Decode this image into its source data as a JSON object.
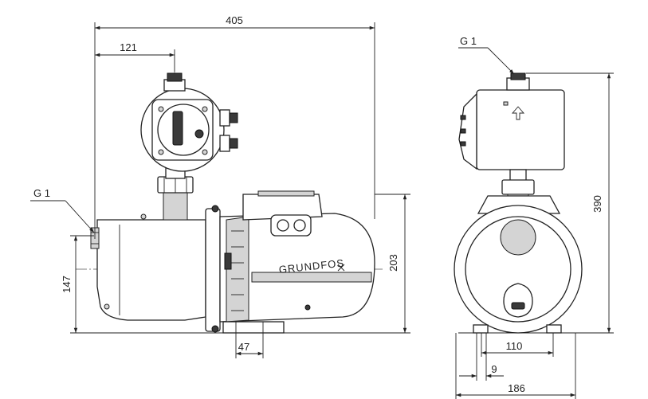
{
  "dimensions": {
    "overall_length": "405",
    "controller_offset": "121",
    "inlet_height": "147",
    "shaft_height": "203",
    "foot_width": "47",
    "total_height": "390",
    "foot_spacing": "110",
    "foot_slot": "9",
    "base_width": "186"
  },
  "connections": {
    "inlet_label": "G 1",
    "outlet_label": "G 1"
  },
  "brand": {
    "logo_text": "GRUNDFOS"
  }
}
